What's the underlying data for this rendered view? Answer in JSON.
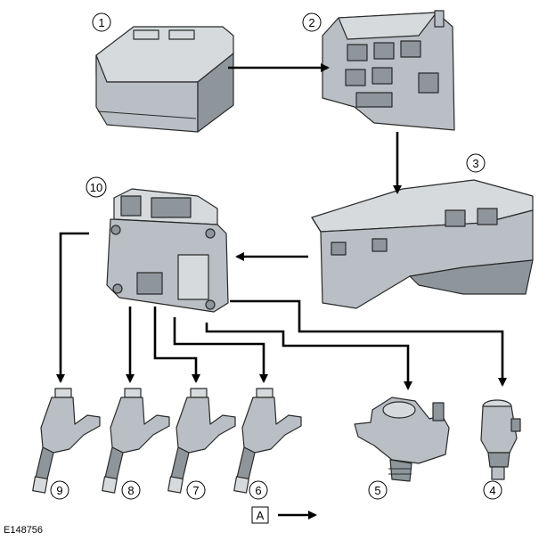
{
  "figure_ref": "E148756",
  "legend": {
    "box_label": "A"
  },
  "callouts": {
    "battery": "1",
    "fuse_box": "2",
    "junction_box": "3",
    "injector_driver_4": "4",
    "fuel_pump": "5",
    "injector_6": "6",
    "injector_7": "7",
    "injector_8": "8",
    "injector_9": "9",
    "ecm": "10"
  },
  "icons": {
    "battery": "battery-icon",
    "fuse_box": "fuse-box-icon",
    "junction_box": "junction-box-icon",
    "ecm": "engine-control-module-icon",
    "injector": "fuel-injector-icon",
    "fuel_pump": "high-pressure-fuel-pump-icon",
    "sensor": "sensor-icon"
  },
  "colors": {
    "line": "#000000",
    "part": "#b9bfc4",
    "background": "#ffffff"
  }
}
